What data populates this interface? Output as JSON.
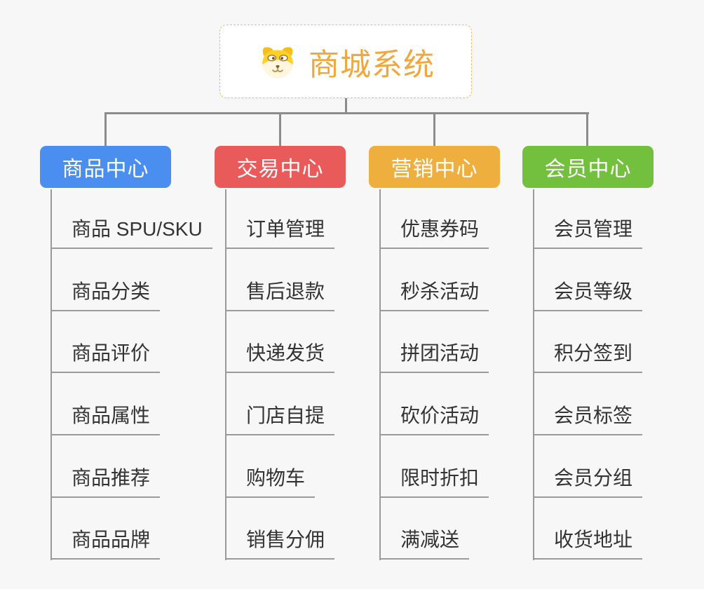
{
  "page": {
    "background": "#f7f7f7"
  },
  "root": {
    "title": "商城系统",
    "title_color": "#F0A83C",
    "border_color": "#F3BC5E",
    "icon": "dog-face-icon"
  },
  "connector_color": "#8c8c8c",
  "branches": [
    {
      "label": "商品中心",
      "color": "#4A8FF0",
      "items": [
        "商品 SPU/SKU",
        "商品分类",
        "商品评价",
        "商品属性",
        "商品推荐",
        "商品品牌"
      ]
    },
    {
      "label": "交易中心",
      "color": "#E95B5B",
      "items": [
        "订单管理",
        "售后退款",
        "快递发货",
        "门店自提",
        "购物车",
        "销售分佣"
      ]
    },
    {
      "label": "营销中心",
      "color": "#EFAF3F",
      "items": [
        "优惠券码",
        "秒杀活动",
        "拼团活动",
        "砍价活动",
        "限时折扣",
        "满减送"
      ]
    },
    {
      "label": "会员中心",
      "color": "#73C03E",
      "items": [
        "会员管理",
        "会员等级",
        "积分签到",
        "会员标签",
        "会员分组",
        "收货地址"
      ]
    }
  ]
}
